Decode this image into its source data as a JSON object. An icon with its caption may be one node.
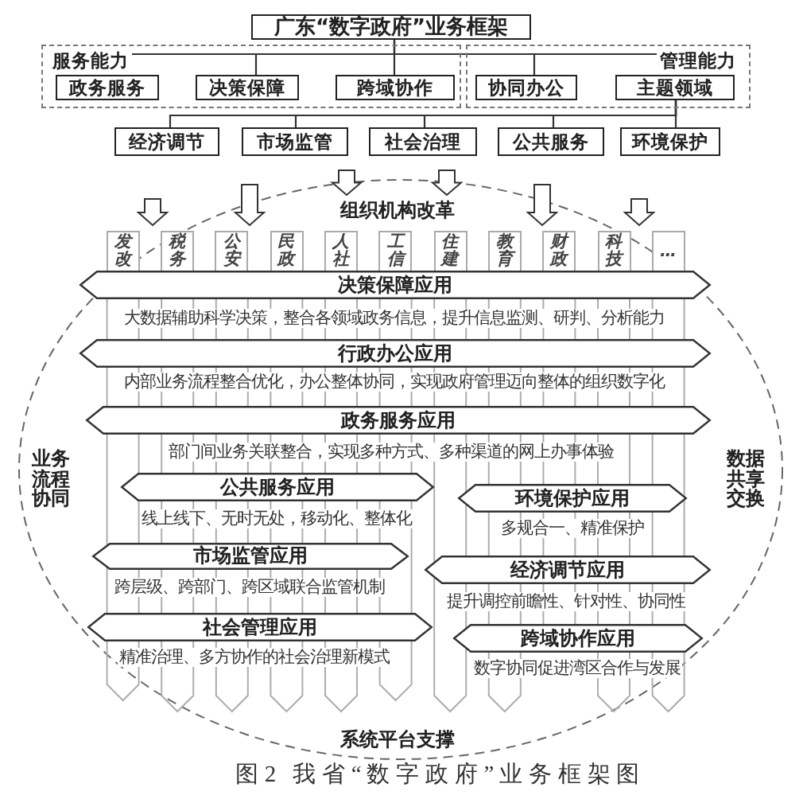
{
  "diagram": {
    "caption": "图2 我省“数字政府”业务框架图",
    "nodes": [
      {
        "text": [
          "广东“数字政府”业务框架"
        ]
      },
      {
        "text": [
          "服务能力"
        ]
      },
      {
        "text": [
          "政务服务"
        ],
        "in": 1
      },
      {
        "text": [
          "决策保障"
        ],
        "in": 1
      },
      {
        "text": [
          "跨域协作"
        ],
        "in": 1
      },
      {
        "text": [
          "管理能力"
        ]
      },
      {
        "text": [
          "协同办公"
        ],
        "in": 5
      },
      {
        "text": [
          "主题领域"
        ],
        "in": 5
      },
      {
        "text": [
          "经济调节"
        ]
      },
      {
        "text": [
          "市场监管"
        ]
      },
      {
        "text": [
          "社会治理"
        ]
      },
      {
        "text": [
          "公共服务"
        ]
      },
      {
        "text": [
          "环境保护"
        ]
      },
      {
        "text": [
          "组织机构改革"
        ]
      },
      {
        "text": [
          "发改"
        ]
      },
      {
        "text": [
          "税务"
        ]
      },
      {
        "text": [
          "公安"
        ]
      },
      {
        "text": [
          "民政"
        ]
      },
      {
        "text": [
          "人社"
        ]
      },
      {
        "text": [
          "工信"
        ]
      },
      {
        "text": [
          "住建"
        ]
      },
      {
        "text": [
          "教育"
        ]
      },
      {
        "text": [
          "财政"
        ]
      },
      {
        "text": [
          "科技"
        ]
      },
      {
        "text": [
          "…"
        ]
      },
      {
        "text": [
          "决策保障应用"
        ],
        "beside": [
          "大数据辅助科学决策，整合各领域政务信息，提升信息监测、研判、分析能力"
        ]
      },
      {
        "text": [
          "行政办公应用"
        ],
        "beside": [
          "内部业务流程整合优化，办公整体协同，实现政府管理迈向整体的组织数字化"
        ]
      },
      {
        "text": [
          "政务服务应用"
        ],
        "beside": [
          "部门间业务关联整合，实现多种方式、多种渠道的网上办事体验"
        ]
      },
      {
        "text": [
          "公共服务应用"
        ],
        "beside": [
          "线上线下、无时无处，移动化、整体化"
        ]
      },
      {
        "text": [
          "环境保护应用"
        ],
        "beside": [
          "多规合一、精准保护"
        ]
      },
      {
        "text": [
          "市场监管应用"
        ],
        "beside": [
          "跨层级、跨部门、跨区域联合监管机制"
        ]
      },
      {
        "text": [
          "经济调节应用"
        ],
        "beside": [
          "提升调控前瞻性、针对性、协同性"
        ]
      },
      {
        "text": [
          "社会管理应用"
        ],
        "beside": [
          "精准治理、多方协作的社会治理新模式"
        ]
      },
      {
        "text": [
          "跨域协作应用"
        ],
        "beside": [
          "数字协同促进湾区合作与发展"
        ]
      }
    ],
    "edges": [
      {
        "from": 0,
        "to": 3,
        "arrow": "none"
      },
      {
        "from": 0,
        "to": 4,
        "arrow": "none"
      },
      {
        "from": 0,
        "to": 6,
        "arrow": "none"
      },
      {
        "from": 7,
        "to": 8,
        "arrow": "none"
      },
      {
        "from": 7,
        "to": 9,
        "arrow": "none"
      },
      {
        "from": 7,
        "to": 10,
        "arrow": "none"
      },
      {
        "from": 7,
        "to": 11,
        "arrow": "none"
      },
      {
        "from": 7,
        "to": 12,
        "arrow": "none"
      },
      {
        "from": null,
        "to": 15,
        "arrow": "to"
      },
      {
        "from": null,
        "to": 16,
        "arrow": "to"
      },
      {
        "from": null,
        "to": 13,
        "arrow": "to"
      },
      {
        "from": null,
        "to": 13,
        "arrow": "to"
      },
      {
        "from": null,
        "to": 22,
        "arrow": "to"
      },
      {
        "from": null,
        "to": 23,
        "arrow": "to"
      }
    ],
    "labels": [
      "业务流程协同",
      "数据共享交换",
      "系统平台支撑"
    ]
  }
}
